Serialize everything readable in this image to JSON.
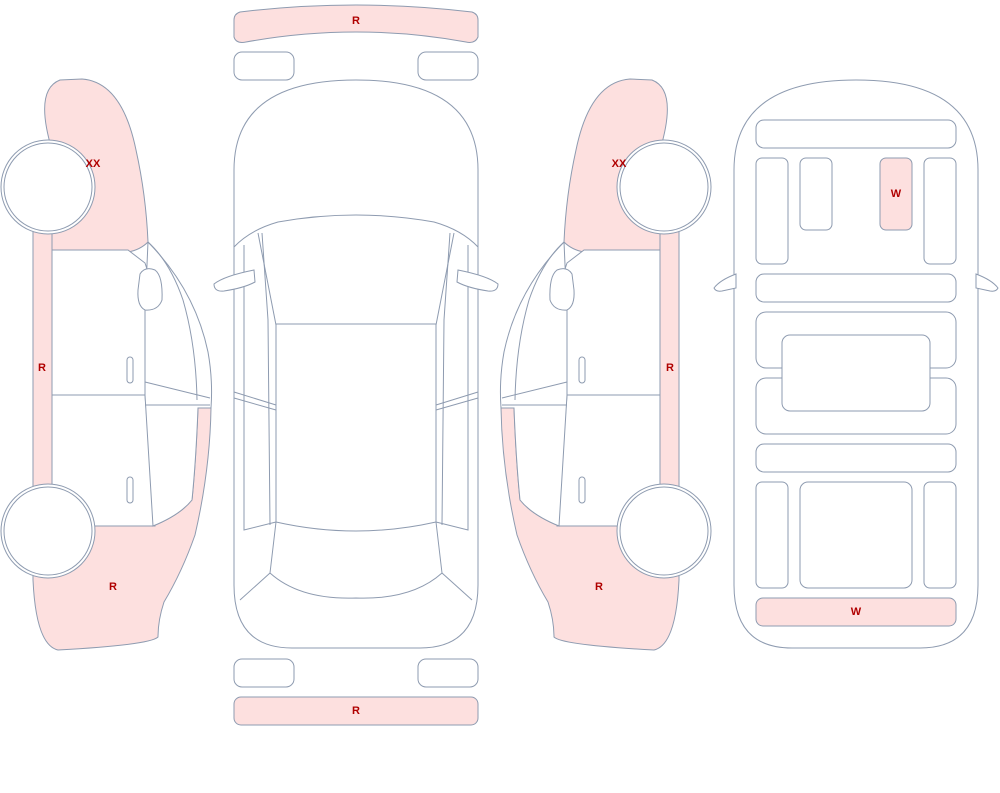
{
  "colors": {
    "outline": "#8e9bb0",
    "damaged_fill": "#fde0df",
    "label": "#b00000"
  },
  "labels": {
    "front_bumper": "R",
    "rear_bumper": "R",
    "left_front_fender": "XX",
    "left_rocker": "R",
    "left_rear_quarter": "R",
    "right_front_fender": "XX",
    "right_rocker": "R",
    "right_rear_quarter": "R",
    "interior_front_seat": "W",
    "interior_rear_panel": "W"
  }
}
